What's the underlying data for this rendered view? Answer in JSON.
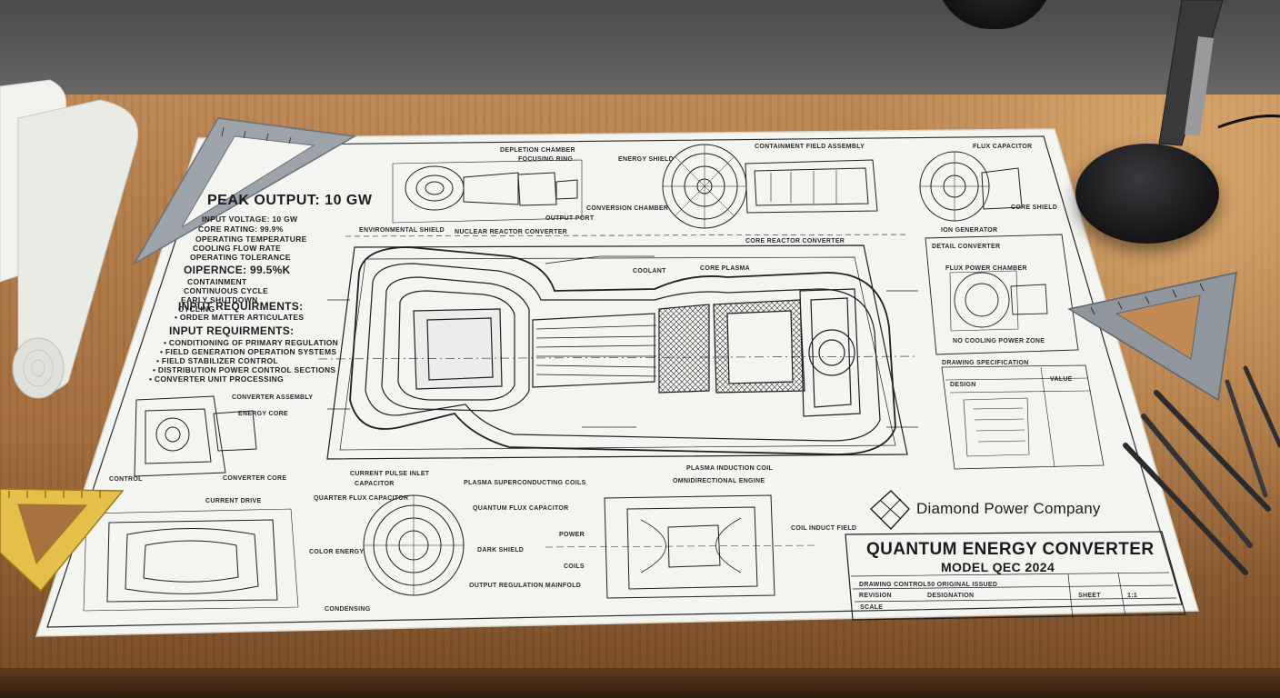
{
  "scene": {
    "description_tag": "blueprint-on-desk",
    "colors": {
      "desk": "#a8733f",
      "wall": "#5a5a5c",
      "paper": "#f4f4f1",
      "ink": "#1d1d1f",
      "ruler_metal": "#9aa1a8",
      "ruler_yellow": "#e6c04a",
      "lamp": "#141416"
    }
  },
  "blueprint": {
    "spec_heading_output": "PEAK OUTPUT: 10 GW",
    "spec_output_lines": [
      "INPUT VOLTAGE: 10 GW",
      "CORE RATING: 99.9%",
      "OPERATING TEMPERATURE",
      "COOLING FLOW RATE",
      "OPERATING TOLERANCE"
    ],
    "spec_heading_efficiency": "OIPERNCE: 99.5%K",
    "spec_efficiency_lines": [
      "CONTAINMENT",
      "CONTINUOUS CYCLE",
      "EARLY SHUTDOWN",
      "CYCLING"
    ],
    "spec_heading_input_1": "INPUT REQUIRMENTS:",
    "spec_input_1_line": "• ORDER MATTER ARTICULATES",
    "spec_heading_input_2": "INPUT REQUIRMENTS:",
    "spec_input_2_lines": [
      "• CONDITIONING OF PRIMARY REGULATION",
      "• FIELD GENERATION OPERATION SYSTEMS",
      "• FIELD STABILIZER CONTROL",
      "• DISTRIBUTION POWER CONTROL SECTIONS",
      "• CONVERTER UNIT PROCESSING"
    ],
    "labels_main": {
      "top_left_1": "DEPLETION CHAMBER",
      "top_left_2": "FOCUSING RING",
      "top_left_3": "OUTPUT PORT",
      "top_mid_1": "CONTAINMENT FIELD ASSEMBLY",
      "top_mid_2": "ENERGY SHIELD",
      "top_mid_3": "CONVERSION CHAMBER",
      "top_right_1": "FLUX CAPACITOR",
      "top_right_2": "CORE SHIELD",
      "top_right_3": "ION GENERATOR",
      "drive_label": "ENVIRONMENTAL SHIELD",
      "core_label": "NUCLEAR REACTOR CONVERTER",
      "field_label": "CORE REACTOR CONVERTER",
      "center_label": "COOLANT",
      "core_sub": "CORE PLASMA",
      "bottom_label_1": "CURRENT PULSE INLET",
      "bottom_label_2": "PLASMA SUPERCONDUCTING COILS",
      "bottom_label_3": "PLASMA INDUCTION COIL",
      "bottom_label_4": "CAPACITOR",
      "left_part_1": "CONVERTER ASSEMBLY",
      "left_part_2": "ENERGY CORE",
      "left_part_3": "CONVERTER CORE",
      "left_part_4": "CONTROL",
      "left_part_5": "CURRENT DRIVE",
      "quarter_flux": "QUARTER FLUX CAPACITOR",
      "quantum_flux": "QUANTUM FLUX CAPACITOR",
      "color_energy": "COLOR ENERGY",
      "dark_shield": "DARK SHIELD",
      "output_regulation": "OUTPUT REGULATION MAINFOLD",
      "condensing": "CONDENSING",
      "mini_box_1": "OMNIDIRECTIONAL ENGINE",
      "mini_box_2": "COIL INDUCT FIELD",
      "mini_box_3": "POWER",
      "mini_box_4": "COILS",
      "right_box_title": "DETAIL CONVERTER",
      "right_box_sub": "FLUX POWER CHAMBER",
      "right_small_caption": "NO COOLING POWER ZONE",
      "table_title": "DRAWING SPECIFICATION",
      "table_head": "DESIGN",
      "table_head_2": "VALUE"
    },
    "company_name": "Diamond Power Company",
    "title_line_1": "QUANTUM ENERGY CONVERTER",
    "title_line_2": "MODEL QEC 2024",
    "title_block": {
      "row_1": "DRAWING CONTROL",
      "row_1_val": "50 ORIGINAL ISSUED",
      "row_2": "REVISION",
      "row_2_val": "DESIGNATION",
      "row_3": "SCALE",
      "sheet": "SHEET",
      "code": "1:1"
    }
  }
}
